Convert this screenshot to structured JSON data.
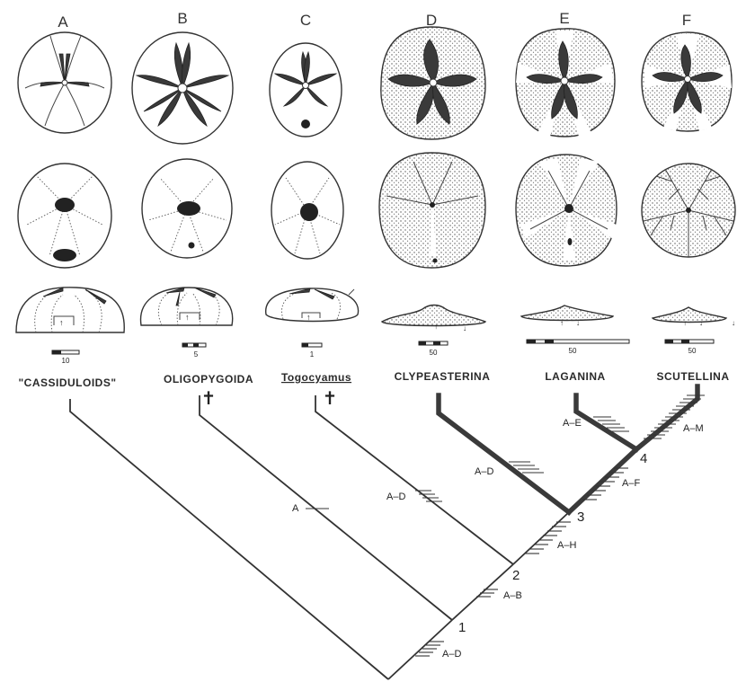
{
  "columns": [
    {
      "letter": "A",
      "taxon": "\"CASSIDULOIDS\"",
      "scale": "10",
      "extinct": false
    },
    {
      "letter": "B",
      "taxon": "OLIGOPYGOIDA",
      "scale": "5",
      "extinct": true
    },
    {
      "letter": "C",
      "taxon": "Togocyamus",
      "scale": "1",
      "extinct": true
    },
    {
      "letter": "D",
      "taxon": "CLYPEASTERINA",
      "scale": "50",
      "extinct": false
    },
    {
      "letter": "E",
      "taxon": "LAGANINA",
      "scale": "50",
      "extinct": false
    },
    {
      "letter": "F",
      "taxon": "SCUTELLINA",
      "scale": "50",
      "extinct": false
    }
  ],
  "nodes": [
    "1",
    "2",
    "3",
    "4"
  ],
  "characters": {
    "node1": "A–D",
    "node2": "A–B",
    "node3": "A–H",
    "node4": "A–F",
    "oligopygoida": "A",
    "togocyamus": "A–D",
    "clypeasterina": "A–D",
    "laganina": "A–E",
    "scutellina": "A–M"
  },
  "extinct_symbol": "✝"
}
